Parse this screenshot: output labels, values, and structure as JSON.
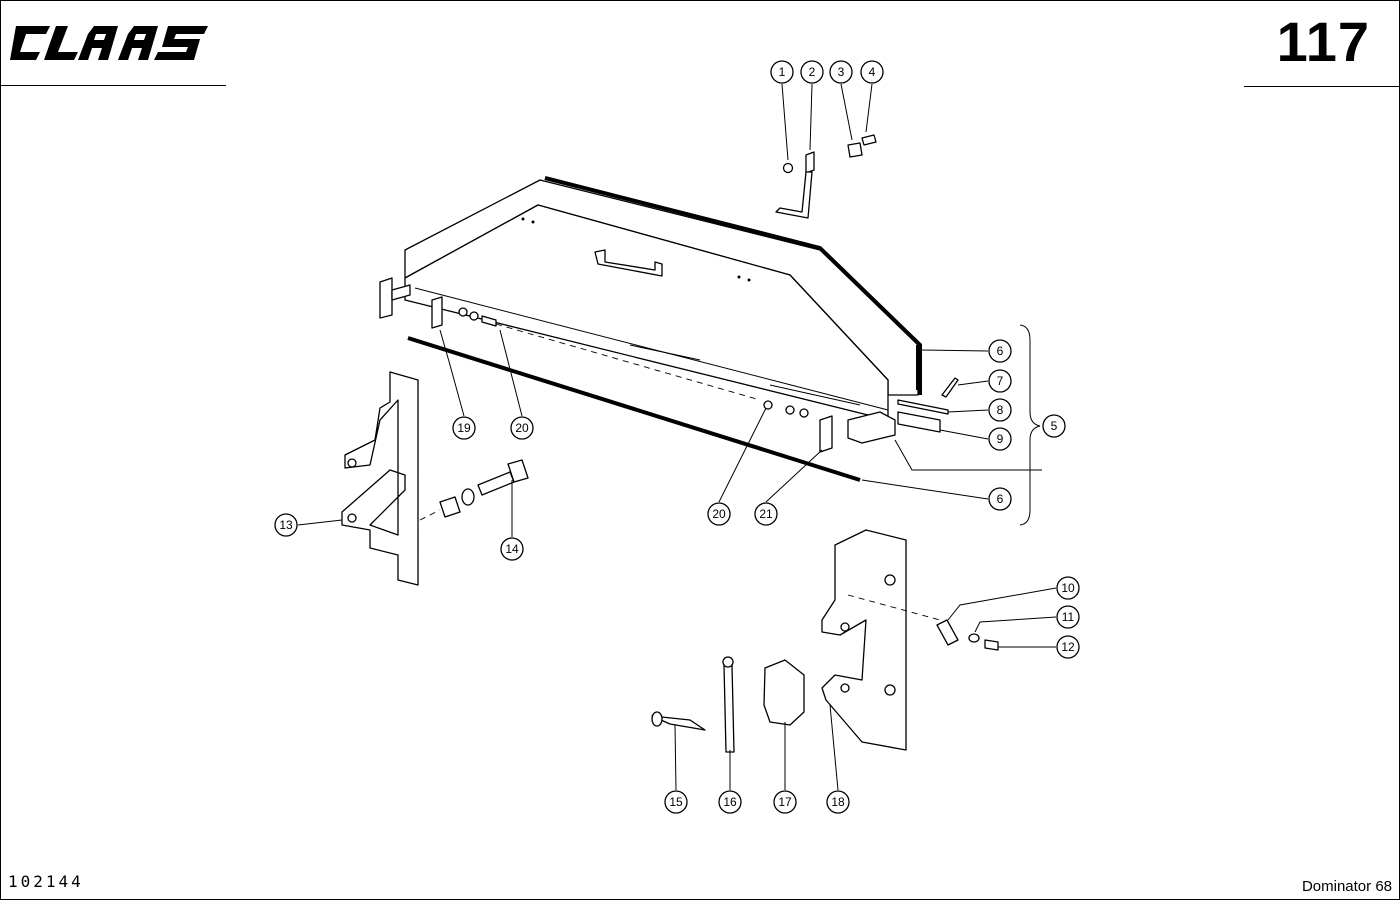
{
  "header": {
    "logo_text": "CLAAS",
    "page_number": "117"
  },
  "footer": {
    "drawing_code": "102144",
    "model": "Dominator 68"
  },
  "callouts": [
    "1",
    "2",
    "3",
    "4",
    "5",
    "6",
    "6",
    "7",
    "8",
    "9",
    "10",
    "11",
    "12",
    "13",
    "14",
    "15",
    "16",
    "17",
    "18",
    "19",
    "20",
    "20",
    "21"
  ]
}
